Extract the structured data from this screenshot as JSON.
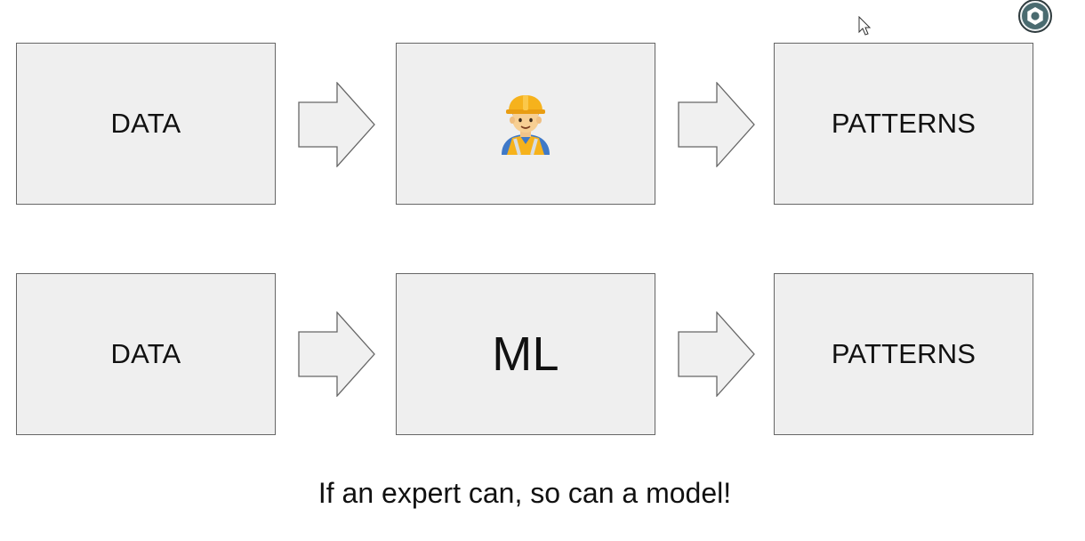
{
  "rows": [
    {
      "input": "DATA",
      "process": {
        "kind": "icon",
        "icon": "construction-worker-icon",
        "label": ""
      },
      "output": "PATTERNS"
    },
    {
      "input": "DATA",
      "process": {
        "kind": "text",
        "icon": "",
        "label": "ML"
      },
      "output": "PATTERNS"
    }
  ],
  "caption": "If an expert can, so can a model!",
  "icons": {
    "arrow": "right-arrow-icon",
    "settings": "settings-gear-icon",
    "pointer": "mouse-pointer-icon"
  },
  "colors": {
    "box_fill": "#efefef",
    "box_border": "#666666",
    "settings_fill": "#4a6b70"
  }
}
